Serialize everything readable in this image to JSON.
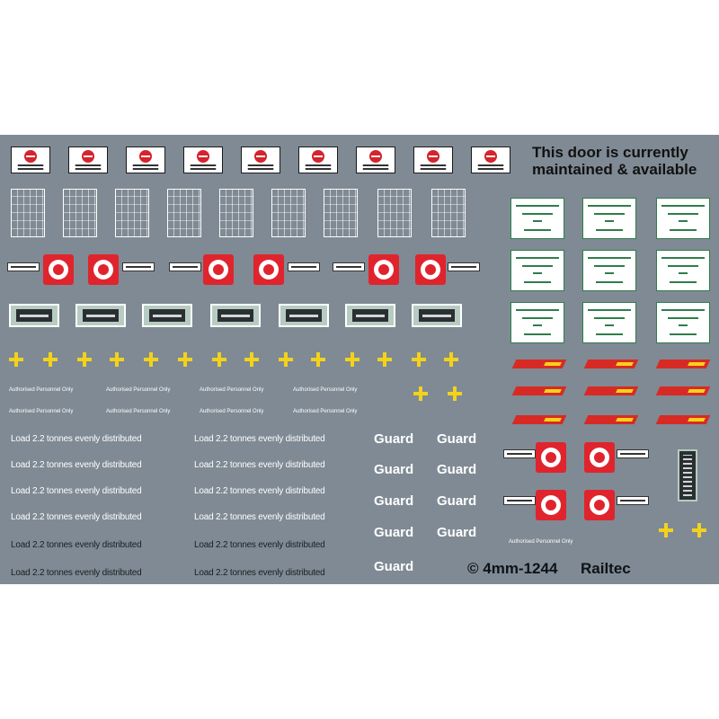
{
  "headline": {
    "line1": "This door is currently",
    "line2": "maintained & available"
  },
  "authorised_text": "Authorised Personnel Only",
  "load_text": "Load 2.2 tonnes evenly distributed",
  "guard_text": "Guard",
  "footer": {
    "code": "© 4mm-1244",
    "brand": "Railtec"
  },
  "colors": {
    "sheet": "#7f8a94",
    "red": "#e0242d",
    "yellow": "#f3d21b",
    "green": "#2f7d4b"
  }
}
